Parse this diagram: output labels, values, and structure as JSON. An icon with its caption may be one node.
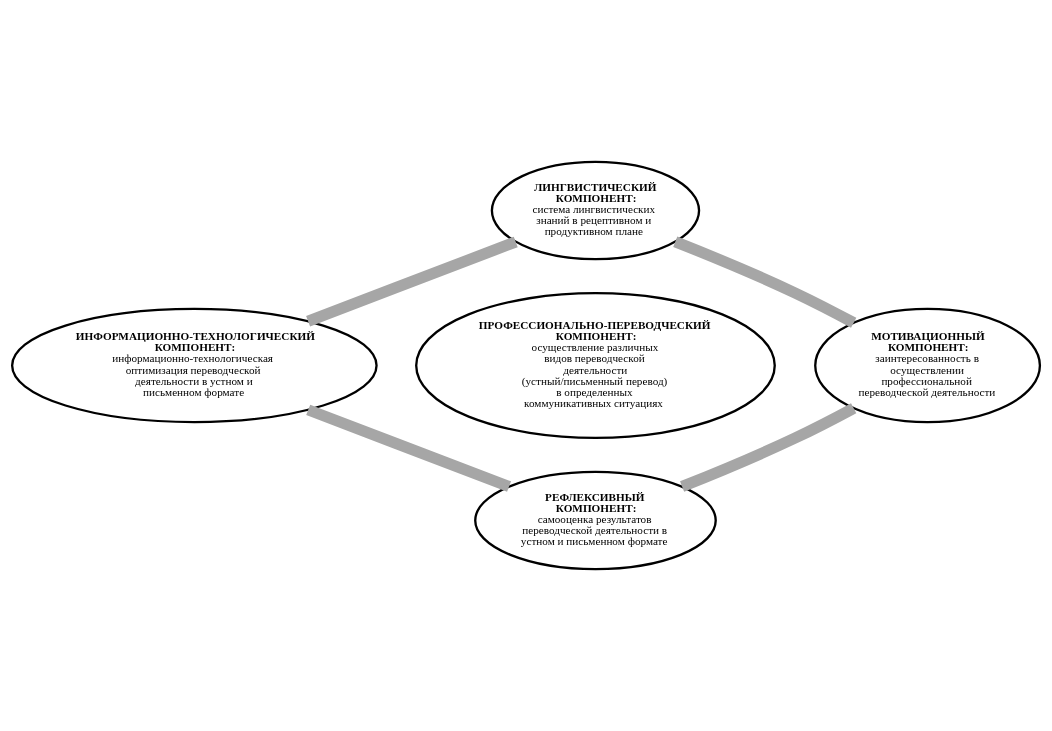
{
  "diagram": {
    "nodes": [
      {
        "text": [
          "ЛИНГВИСТИЧЕСКИЙ КОМПОНЕНТ:",
          "система лингвистических знаний в рецептивном и продуктивном плане"
        ]
      },
      {
        "text": [
          "ИНФОРМАЦИОННО-ТЕХНОЛОГИЧЕСКИЙ КОМПОНЕНТ:",
          "информационно-технологическая оптимизация переводческой деятельности в устном и письменном формате"
        ]
      },
      {
        "text": [
          "ПРОФЕССИОНАЛЬНО-ПЕРЕВОДЧЕСКИЙ КОМПОНЕНТ:",
          "осуществление различных видов переводческой деятельности (устный/письменный перевод) в определенных коммуникативных ситуациях"
        ]
      },
      {
        "text": [
          "МОТИВАЦИОННЫЙ КОМПОНЕНТ:",
          "заинтересованность в осуществлении профессиональной переводческой деятельности"
        ]
      },
      {
        "text": [
          "РЕФЛЕКСИВНЫЙ КОМПОНЕНТ:",
          "самооценка результатов переводческой деятельности в устном и письменном формате"
        ]
      }
    ],
    "edges": [
      {
        "from": 0,
        "to": 3,
        "arrow": "none"
      },
      {
        "from": 3,
        "to": 4,
        "arrow": "none"
      },
      {
        "from": 4,
        "to": 1,
        "arrow": "none"
      },
      {
        "from": 1,
        "to": 0,
        "arrow": "none"
      }
    ]
  }
}
